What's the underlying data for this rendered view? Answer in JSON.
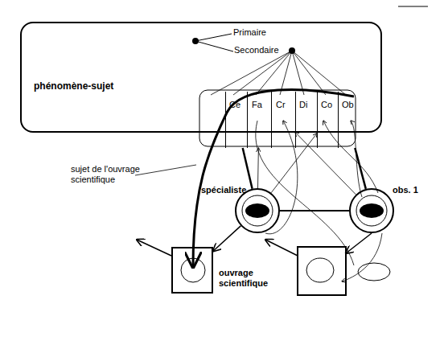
{
  "diagram": {
    "nodes": [
      {
        "text": [
          "phénomène-sujet"
        ]
      },
      {
        "text": [
          "Ce"
        ],
        "in": 0
      },
      {
        "text": [
          "Fa"
        ],
        "in": 0
      },
      {
        "text": [
          "Cr"
        ],
        "in": 0
      },
      {
        "text": [
          "Di"
        ],
        "in": 0
      },
      {
        "text": [
          "Co"
        ],
        "in": 0
      },
      {
        "text": [
          "Ob"
        ],
        "in": 0
      },
      {
        "text": [
          "spécialiste"
        ]
      },
      {
        "text": [
          "obs. 1"
        ]
      },
      {
        "text": [
          "ouvrage scientifique"
        ]
      }
    ],
    "edges": [
      {
        "from": 1,
        "to": 7,
        "arrow": "none"
      },
      {
        "from": 6,
        "to": 8,
        "arrow": "none"
      },
      {
        "from": 7,
        "to": 8,
        "arrow": "none"
      },
      {
        "from": 7,
        "to": 9,
        "arrow": "to"
      },
      {
        "from": 7,
        "to": 2,
        "arrow": "to"
      },
      {
        "from": 8,
        "to": 3,
        "arrow": "to"
      },
      {
        "from": 7,
        "to": 5,
        "arrow": "to"
      }
    ],
    "labels": [
      "Primaire",
      "Secondaire",
      "sujet de l'ouvrage scientifique"
    ]
  }
}
